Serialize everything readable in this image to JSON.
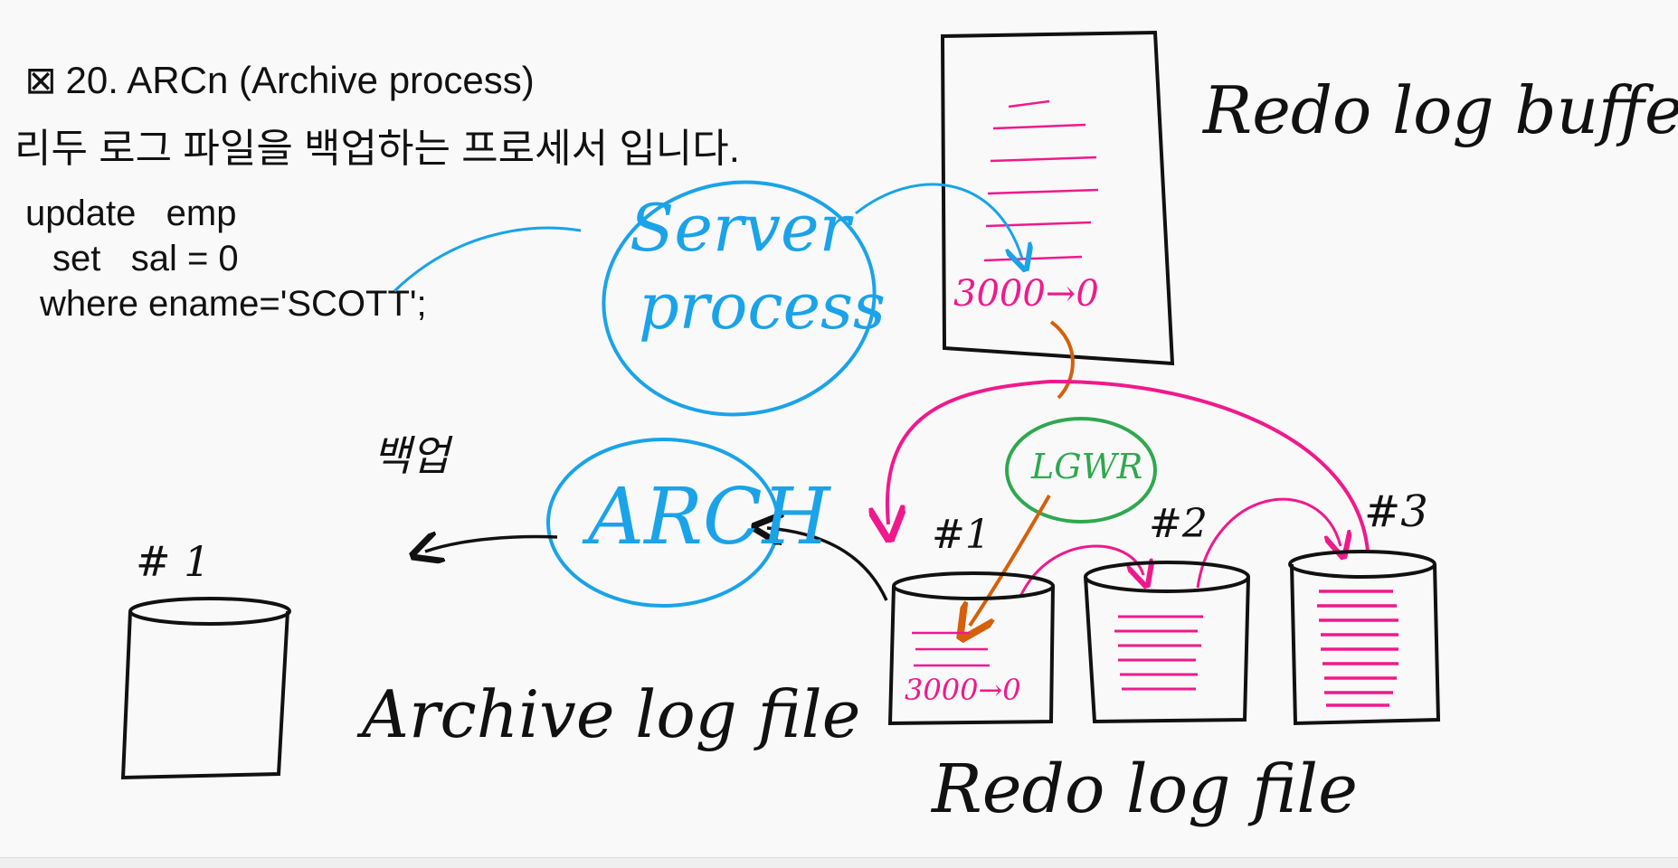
{
  "header": {
    "title_icon": "⊠",
    "title": "20. ARCn (Archive process)",
    "subtitle": "리두 로그 파일을 백업하는 프로세서 입니다."
  },
  "code": {
    "line1": "update   emp",
    "line2": "set   sal = 0",
    "line3": "where ename='SCOTT';"
  },
  "labels": {
    "server": "Server",
    "process": "process",
    "arch": "ARCH",
    "lgwr": "LGWR",
    "redo_log_buffer": "Redo log buffer",
    "redo_log_file": "Redo log file",
    "archive_log_file": "Archive log file",
    "backup": "백업",
    "buffer_change": "3000→0",
    "file_change": "3000→0",
    "file1": "#1",
    "file2": "#2",
    "file3": "#3",
    "archive1": "# 1"
  },
  "colors": {
    "ink": "#111111",
    "blue": "#1aa3e8",
    "pink": "#f0198c",
    "green": "#2fa84f",
    "orange": "#d4600c"
  }
}
